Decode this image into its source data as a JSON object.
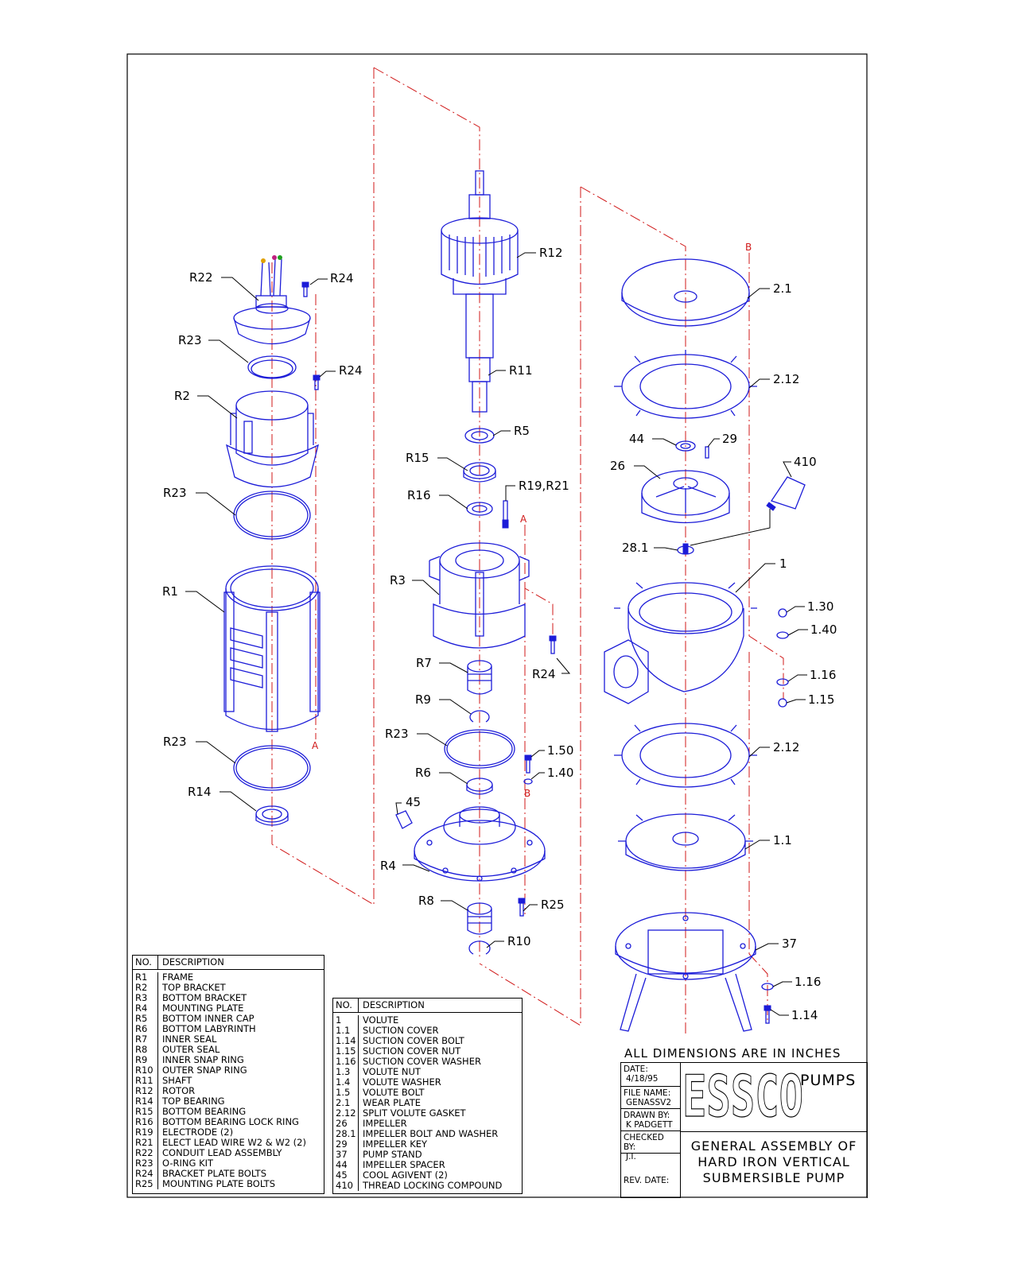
{
  "callouts": {
    "left": [
      "R22",
      "R24",
      "R23",
      "R24",
      "R2",
      "R23",
      "R1",
      "R23",
      "R14",
      "A"
    ],
    "middle": [
      "R12",
      "R11",
      "R5",
      "R15",
      "R19,R21",
      "R16",
      "A",
      "R3",
      "R7",
      "R24",
      "R9",
      "R23",
      "1.50",
      "R6",
      "1.40",
      "B",
      "45",
      "R4",
      "R8",
      "R25",
      "R10"
    ],
    "right": [
      "B",
      "2.1",
      "2.12",
      "44",
      "29",
      "410",
      "26",
      "28.1",
      "1",
      "1.30",
      "1.40",
      "1.16",
      "1.15",
      "2.12",
      "1.1",
      "37",
      "1.16",
      "1.14"
    ]
  },
  "motor_parts_table": {
    "headers": [
      "NO.",
      "DESCRIPTION"
    ],
    "rows": [
      [
        "R1",
        "FRAME"
      ],
      [
        "R2",
        "TOP BRACKET"
      ],
      [
        "R3",
        "BOTTOM BRACKET"
      ],
      [
        "R4",
        "MOUNTING PLATE"
      ],
      [
        "R5",
        "BOTTOM INNER CAP"
      ],
      [
        "R6",
        "BOTTOM LABYRINTH"
      ],
      [
        "R7",
        "INNER SEAL"
      ],
      [
        "R8",
        "OUTER SEAL"
      ],
      [
        "R9",
        "INNER SNAP RING"
      ],
      [
        "R10",
        "OUTER SNAP RING"
      ],
      [
        "R11",
        "SHAFT"
      ],
      [
        "R12",
        "ROTOR"
      ],
      [
        "R14",
        "TOP BEARING"
      ],
      [
        "R15",
        "BOTTOM BEARING"
      ],
      [
        "R16",
        "BOTTOM BEARING LOCK RING"
      ],
      [
        "R19",
        "ELECTRODE (2)"
      ],
      [
        "R21",
        "ELECT LEAD WIRE W2 & W2 (2)"
      ],
      [
        "R22",
        "CONDUIT LEAD ASSEMBLY"
      ],
      [
        "R23",
        "O-RING KIT"
      ],
      [
        "R24",
        "BRACKET PLATE BOLTS"
      ],
      [
        "R25",
        "MOUNTING PLATE BOLTS"
      ]
    ]
  },
  "pump_parts_table": {
    "headers": [
      "NO.",
      "DESCRIPTION"
    ],
    "rows": [
      [
        "1",
        "VOLUTE"
      ],
      [
        "1.1",
        "SUCTION COVER"
      ],
      [
        "1.14",
        "SUCTION COVER BOLT"
      ],
      [
        "1.15",
        "SUCTION COVER NUT"
      ],
      [
        "1.16",
        "SUCTION COVER WASHER"
      ],
      [
        "1.3",
        "VOLUTE NUT"
      ],
      [
        "1.4",
        "VOLUTE WASHER"
      ],
      [
        "1.5",
        "VOLUTE BOLT"
      ],
      [
        "2.1",
        "WEAR PLATE"
      ],
      [
        "2.12",
        "SPLIT VOLUTE GASKET"
      ],
      [
        "26",
        "IMPELLER"
      ],
      [
        "28.1",
        "IMPELLER BOLT AND WASHER"
      ],
      [
        "29",
        "IMPELLER KEY"
      ],
      [
        "37",
        "PUMP STAND"
      ],
      [
        "44",
        "IMPELLER SPACER"
      ],
      [
        "45",
        "COOL AGIVENT (2)"
      ],
      [
        "410",
        "THREAD LOCKING COMPOUND"
      ]
    ]
  },
  "title_block": {
    "note": "ALL DIMENSIONS ARE IN INCHES",
    "date_label": "DATE:",
    "date": "4/18/95",
    "file_label": "FILE NAME:",
    "file": "GENASSV2",
    "drawn_label": "DRAWN BY:",
    "drawn": "K PADGETT",
    "checked_label": "CHECKED BY:",
    "checked": "J.I.",
    "rev_label": "REV. DATE:",
    "logo": "ESSCO",
    "brand_suffix": "PUMPS",
    "title_lines": [
      "GENERAL ASSEMBLY OF",
      "HARD IRON VERTICAL",
      "SUBMERSIBLE PUMP"
    ]
  },
  "colors": {
    "part": "#1c1cd8",
    "centerline": "#d01818",
    "ink": "#000000"
  }
}
